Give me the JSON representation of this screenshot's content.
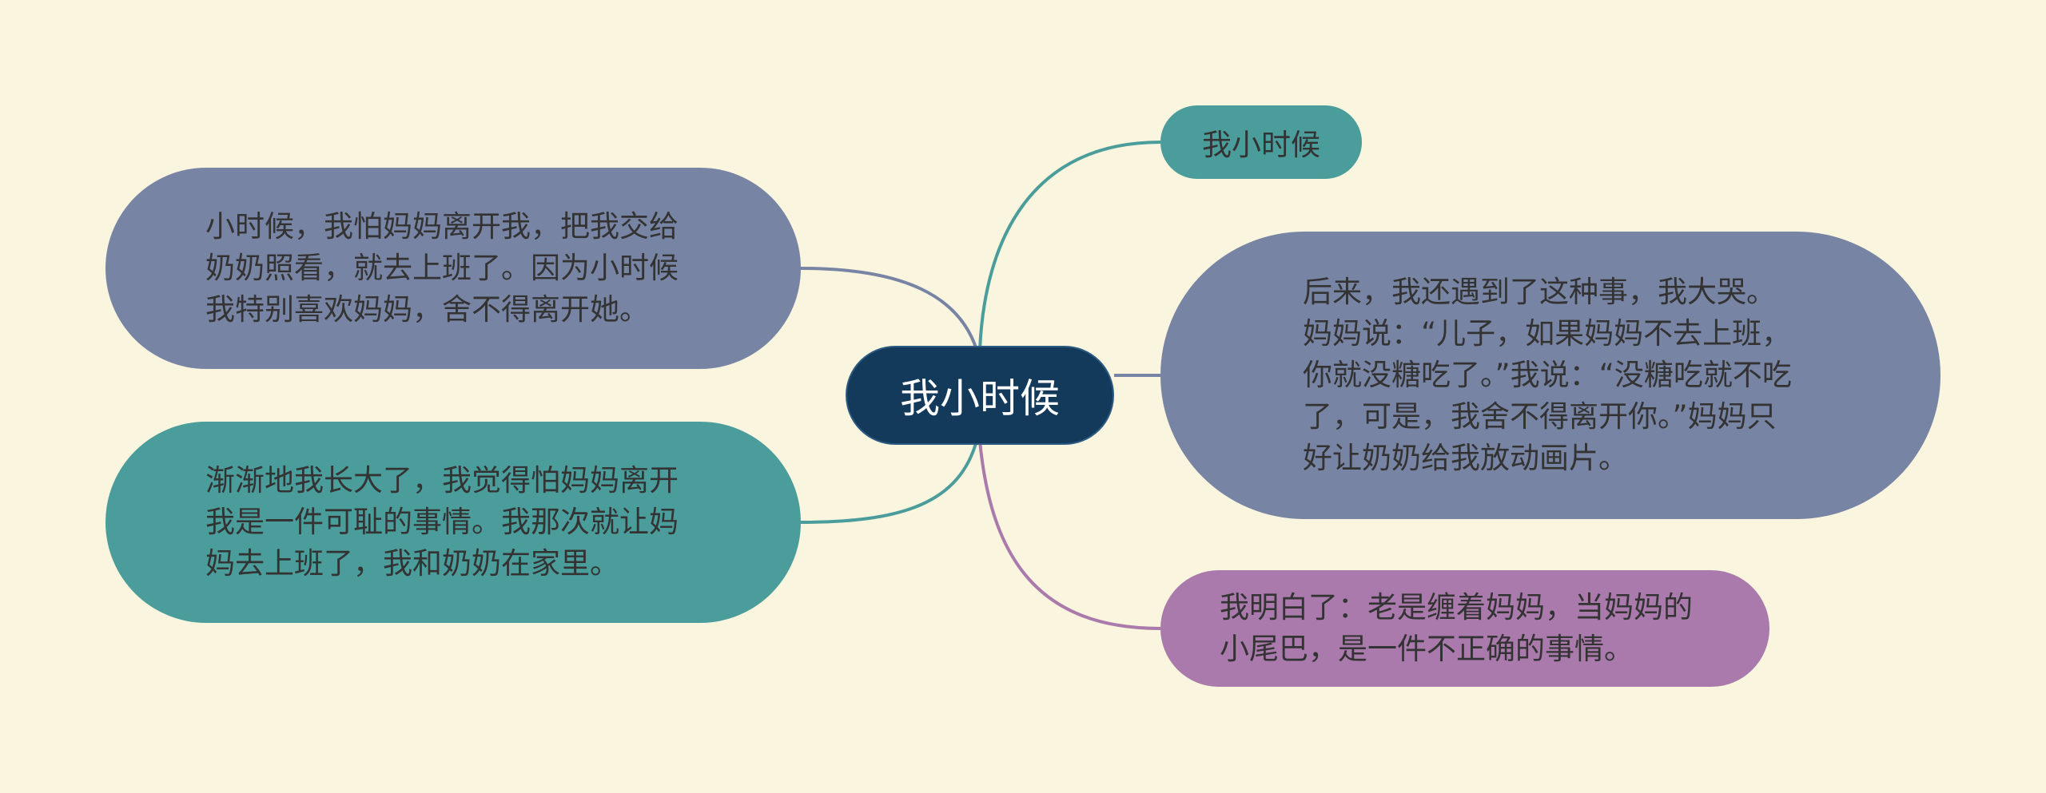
{
  "colors": {
    "background": "#faf5de",
    "center": "#143a5b",
    "teal": "#4b9d9b",
    "slate": "#7884a4",
    "purple": "#a97aab"
  },
  "mindmap": {
    "center": {
      "label": "我小时候"
    },
    "right": [
      {
        "label": "我小时候",
        "color": "#4b9d9b"
      },
      {
        "label": "后来，我还遇到了这种事，我大哭。妈妈说：“儿子，如果妈妈不去上班，你就没糖吃了。”我说：“没糖吃就不吃了，可是，我舍不得离开你。”妈妈只好让奶奶给我放动画片。",
        "color": "#7884a4"
      },
      {
        "label": "我明白了：老是缠着妈妈，当妈妈的小尾巴，是一件不正确的事情。",
        "color": "#a97aab"
      }
    ],
    "left": [
      {
        "label": "小时候，我怕妈妈离开我，把我交给奶奶照看，就去上班了。因为小时候我特别喜欢妈妈，舍不得离开她。",
        "color": "#7884a4"
      },
      {
        "label": "渐渐地我长大了，我觉得怕妈妈离开我是一件可耻的事情。我那次就让妈妈去上班了，我和奶奶在家里。",
        "color": "#4b9d9b"
      }
    ]
  }
}
